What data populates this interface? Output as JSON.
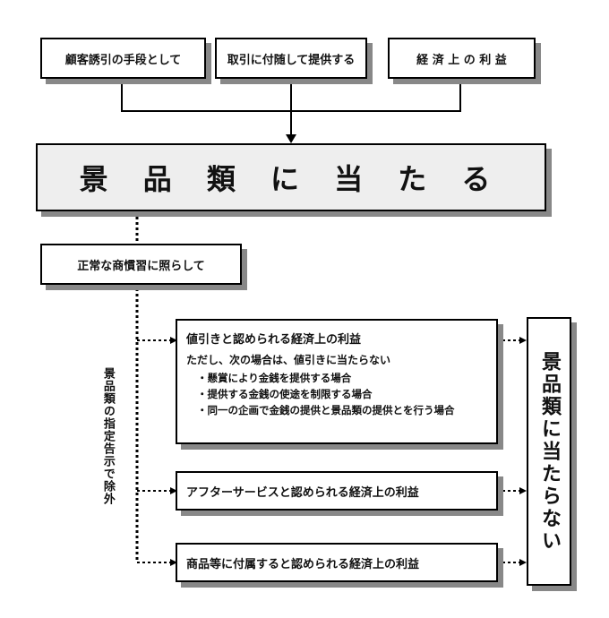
{
  "top_conditions": [
    "顧客誘引の手段として",
    "取引に付随して提供する",
    "経 済 上 の 利 益"
  ],
  "main_title": "景 品 類 に 当 た る",
  "normal_practice": "正常な商慣習に照らして",
  "exclusion_note": "景品類の指定告示で除外",
  "items": [
    {
      "title": "値引きと認められる経済上の利益",
      "note": "ただし、次の場合は、値引きに当たらない",
      "bullets": [
        "・懸賞により金銭を提供する場合",
        "・提供する金銭の使途を制限する場合",
        "・同一の企画で金銭の提供と景品類の提供とを行う場合"
      ]
    },
    {
      "title": "アフターサービスと認められる経済上の利益"
    },
    {
      "title": "商品等に付属すると認められる経済上の利益"
    }
  ],
  "result": "景品類に当たらない"
}
